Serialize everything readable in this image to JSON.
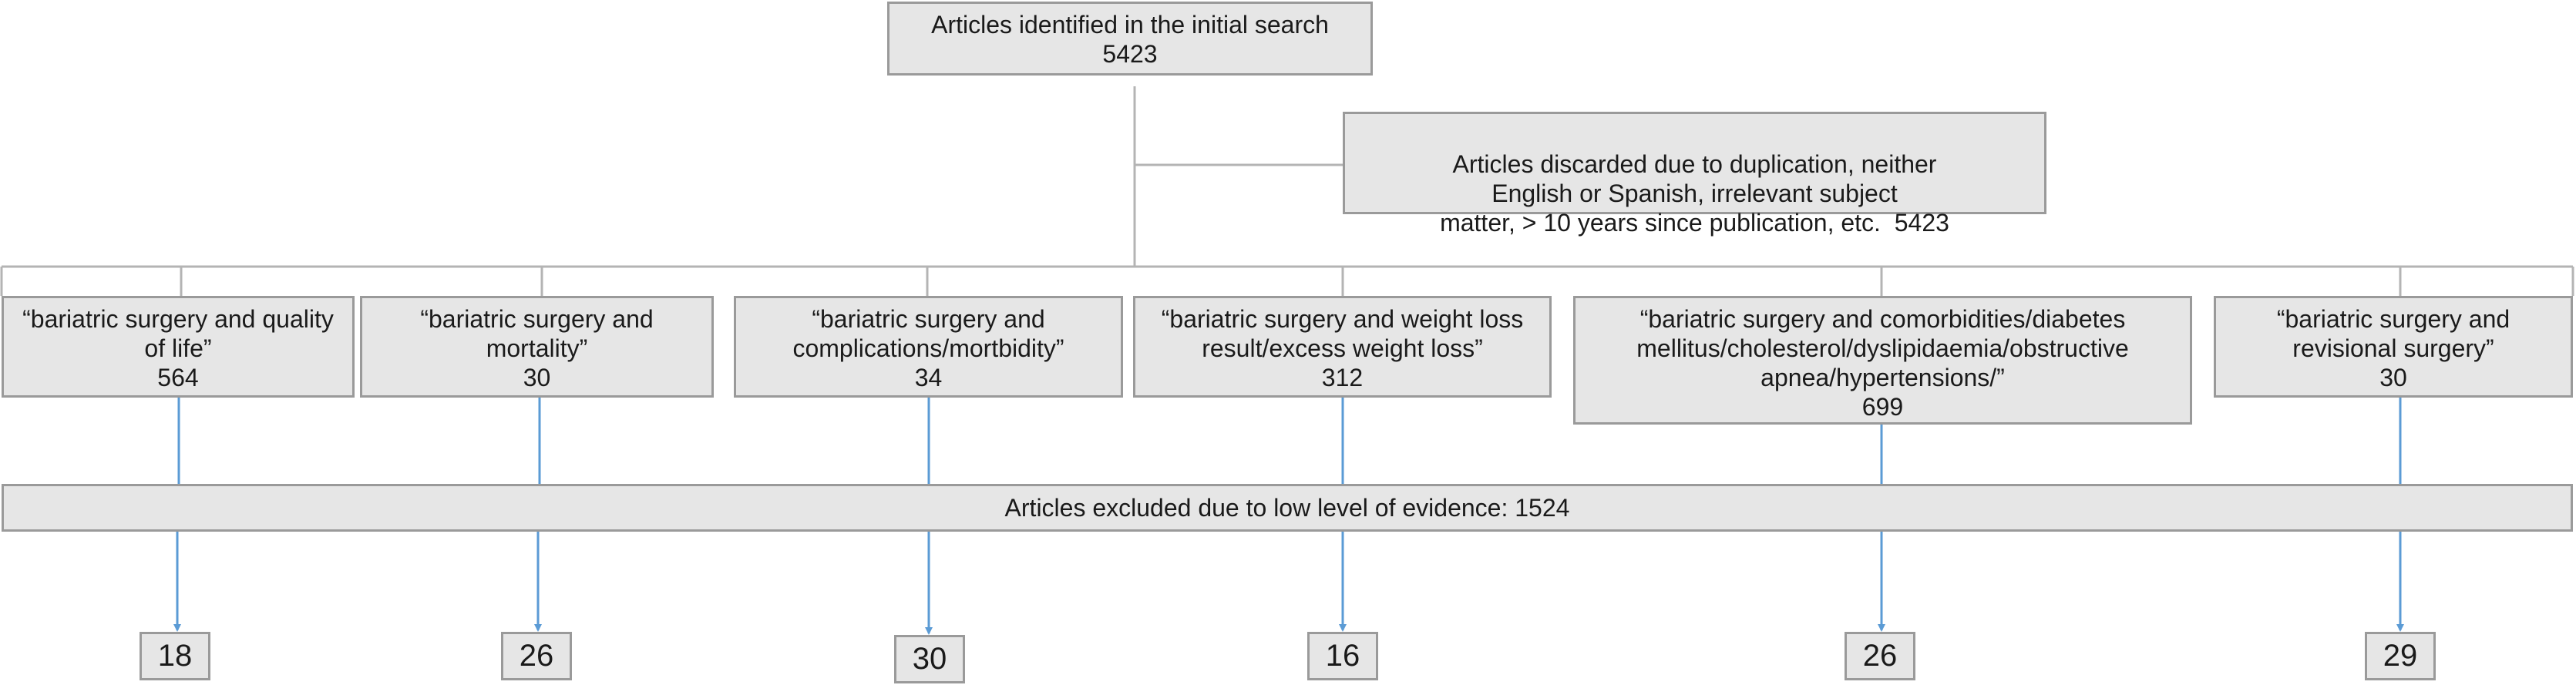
{
  "top": {
    "label": "Articles identified in the initial search",
    "count": "5423"
  },
  "discarded": {
    "label": "Articles discarded due to duplication, neither\nEnglish or Spanish, irrelevant subject\nmatter, > 10 years since publication, etc.",
    "count": "5423"
  },
  "categories": [
    {
      "label": "“bariatric surgery and quality\nof life”",
      "count": "564"
    },
    {
      "label": "“bariatric surgery and\nmortality”",
      "count": "30"
    },
    {
      "label": "“bariatric surgery and\ncomplications/mortbidity”",
      "count": "34"
    },
    {
      "label": "“bariatric surgery and weight loss\nresult/excess weight loss”",
      "count": "312"
    },
    {
      "label": "“bariatric surgery and comorbidities/diabetes\nmellitus/cholesterol/dyslipidaemia/obstructive\napnea/hypertensions/”",
      "count": "699"
    },
    {
      "label": "“bariatric surgery and\nrevisional surgery”",
      "count": "30"
    }
  ],
  "excluded": {
    "label": "Articles excluded due to low level of evidence: 1524"
  },
  "results": [
    "18",
    "26",
    "30",
    "16",
    "26",
    "29"
  ],
  "colors": {
    "box_fill": "#e6e6e6",
    "box_border": "#9a9a9a",
    "line": "#b4b4b4",
    "arrow": "#5b9bd5"
  }
}
